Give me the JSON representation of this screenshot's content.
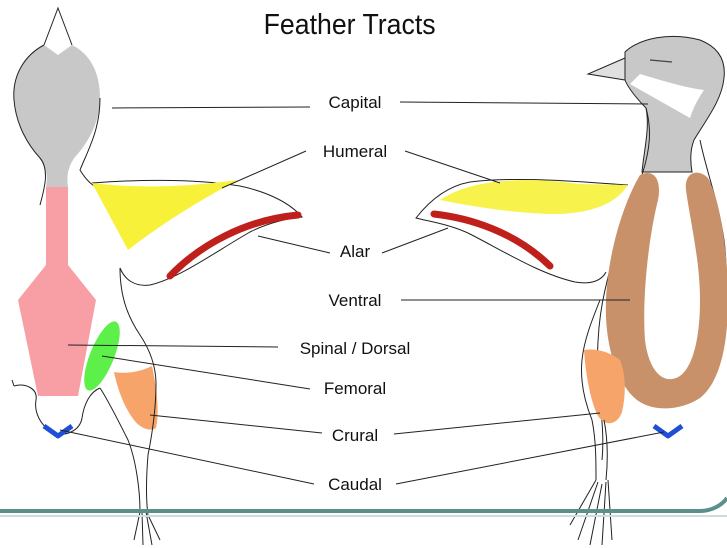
{
  "title": "Feather Tracts",
  "labels": {
    "capital": "Capital",
    "humeral": "Humeral",
    "alar": "Alar",
    "ventral": "Ventral",
    "spinal_dorsal": "Spinal / Dorsal",
    "femoral": "Femoral",
    "crural": "Crural",
    "caudal": "Caudal"
  },
  "colors": {
    "capital": "#c8c8c8",
    "humeral": "#f7f13a",
    "alar": "#c0201c",
    "ventral": "#c8916a",
    "spinal_dorsal": "#f79aa0",
    "femoral": "#5ef04a",
    "crural": "#f7a46a",
    "caudal": "#1f4fd6",
    "bottom_rule": "#5a8f8a"
  }
}
